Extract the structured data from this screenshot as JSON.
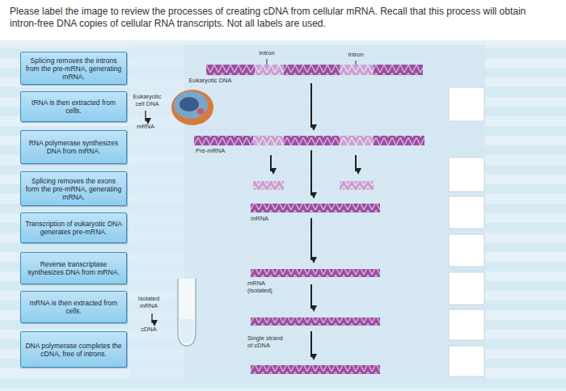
{
  "diagram": {
    "title": "Please label the image to review the processes of creating cDNA from cellular mRNA. Recall that this process will obtain intron-free DNA copies of cellular RNA transcripts. Not all labels are used.",
    "nodes": [
      {
        "text": [
          "Splicing removes the introns from the pre-mRNA, generating mRNA."
        ]
      },
      {
        "text": [
          "tRNA is then extracted from cells."
        ]
      },
      {
        "text": [
          "RNA polymerase synthesizes DNA from mRNA."
        ]
      },
      {
        "text": [
          "Splicing removes the exons form the pre-mRNA, generating mRNA."
        ]
      },
      {
        "text": [
          "Transcription of eukaryotic DNA generates pre-mRNA."
        ]
      },
      {
        "text": [
          "Reverse transcriptase synthesizes DNA from mRNA."
        ]
      },
      {
        "text": [
          "mRNA is then extracted from cells."
        ]
      },
      {
        "text": [
          "DNA polymerase completes the cDNA, free of introns."
        ]
      }
    ],
    "labels": [
      "Intron",
      "Intron",
      "Eukaryotic DNA",
      "Eukaryotic cell DNA",
      "mRNA",
      "Pre-mRNA",
      "mRNA",
      "mRNA (isolated)",
      "Isolated mRNA",
      "cDNA",
      "Single strand of cDNA"
    ]
  }
}
